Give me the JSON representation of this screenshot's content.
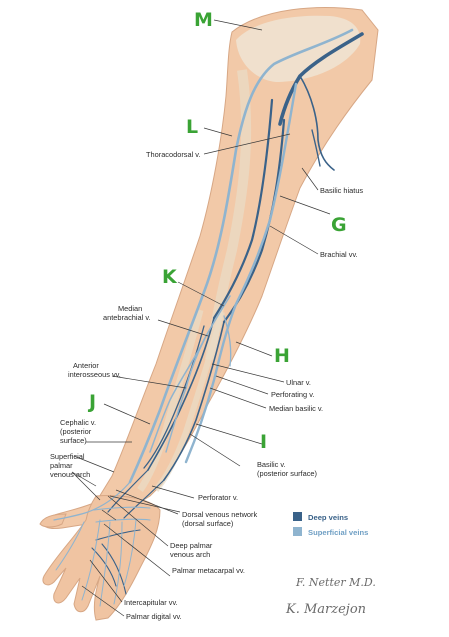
{
  "colors": {
    "deep_veins": "#3a6289",
    "superficial_veins": "#8fb4cf",
    "letter_markers": "#3aa335"
  },
  "markers": [
    "M",
    "L",
    "G",
    "K",
    "H",
    "J",
    "I"
  ],
  "labels": {
    "thoracodorsal": "Thoracodorsal v.",
    "basilic_hiatus": "Basilic hiatus",
    "brachial_vv": "Brachial vv.",
    "median_antebrachial": [
      "Median",
      "antebrachial v."
    ],
    "anterior_interosseous": [
      "Anterior",
      "interosseous vv."
    ],
    "ulnar": "Ulnar v.",
    "perforating": "Perforating v.",
    "median_basilic": "Median basilic v.",
    "cephalic": [
      "Cephalic v.",
      "(posterior",
      "surface)"
    ],
    "superficial_palmar": [
      "Superficial",
      "palmar",
      "venous arch"
    ],
    "basilic": [
      "Basilic v.",
      "(posterior surface)"
    ],
    "perforator": "Perforator v.",
    "dorsal_network": [
      "Dorsal venous network",
      "(dorsal surface)"
    ],
    "deep_palmar": [
      "Deep palmar",
      "venous arch"
    ],
    "palmar_metacarpal": "Palmar metacarpal vv.",
    "intercapitular": "Intercapitular vv.",
    "palmar_digital": "Palmar digital vv."
  },
  "legend": {
    "deep": "Deep veins",
    "superficial": "Superficial veins"
  },
  "signatures": [
    "F. Netter M.D.",
    "K. Marzejon"
  ]
}
